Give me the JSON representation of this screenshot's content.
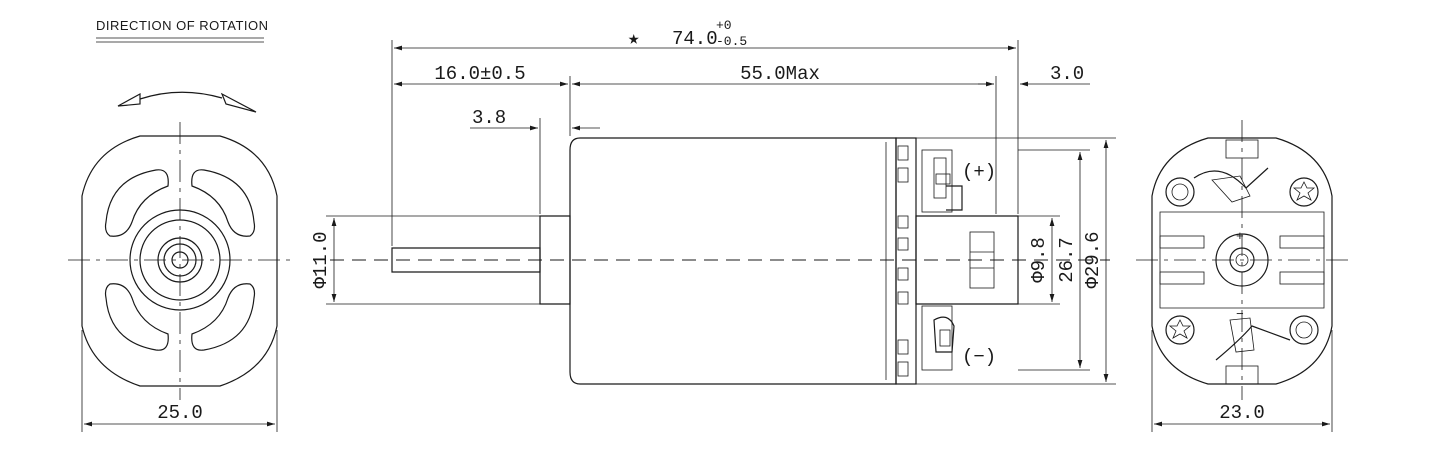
{
  "title": "DIRECTION OF ROTATION",
  "dimensions": {
    "overall_star": "★",
    "overall_value": "74.0",
    "overall_tol_upper": "+0",
    "overall_tol_lower": "-0.5",
    "shaft_length": "16.0±0.5",
    "body_length": "55.0Max",
    "terminal_offset": "3.0",
    "shoulder": "3.8",
    "shaft_dia": "Φ11.0",
    "boss_dia": "Φ9.8",
    "height_267": "26.7",
    "body_dia": "Φ29.6",
    "front_width": "25.0",
    "rear_width": "23.0"
  },
  "terminals": {
    "plus": "(+)",
    "minus": "(−)"
  },
  "rear_view": {
    "plus_mark": "+",
    "minus_mark": "−"
  }
}
